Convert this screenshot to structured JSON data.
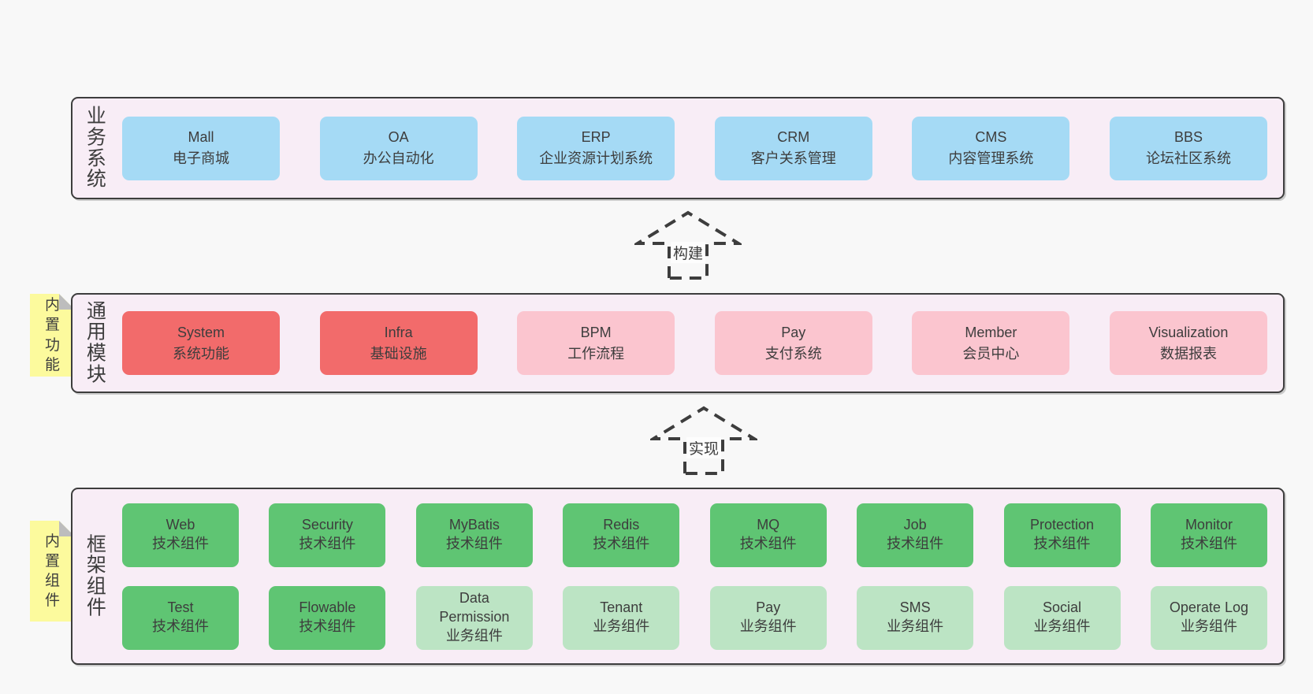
{
  "colors": {
    "page_bg": "#f8f8f8",
    "layer_bg": "#f8edf6",
    "layer_border": "#3d3d3d",
    "text": "#3d3d3d",
    "blue": "#a5daf5",
    "red": "#f26b6b",
    "pink": "#fbc5cf",
    "green": "#5fc573",
    "green_light": "#bce4c4",
    "sticky_yellow": "#fcfa9d",
    "sticky_fold": "#bdbdbd"
  },
  "stickies": [
    {
      "label": "内置功能"
    },
    {
      "label": "内置组件"
    }
  ],
  "arrows": [
    {
      "label": "构建"
    },
    {
      "label": "实现"
    }
  ],
  "layers": [
    {
      "label": "业务系统",
      "rows": [
        [
          {
            "title": "Mall",
            "subtitle": "电子商城",
            "color": "blue"
          },
          {
            "title": "OA",
            "subtitle": "办公自动化",
            "color": "blue"
          },
          {
            "title": "ERP",
            "subtitle": "企业资源计划系统",
            "color": "blue"
          },
          {
            "title": "CRM",
            "subtitle": "客户关系管理",
            "color": "blue"
          },
          {
            "title": "CMS",
            "subtitle": "内容管理系统",
            "color": "blue"
          },
          {
            "title": "BBS",
            "subtitle": "论坛社区系统",
            "color": "blue"
          }
        ]
      ]
    },
    {
      "label": "通用模块",
      "rows": [
        [
          {
            "title": "System",
            "subtitle": "系统功能",
            "color": "red"
          },
          {
            "title": "Infra",
            "subtitle": "基础设施",
            "color": "red"
          },
          {
            "title": "BPM",
            "subtitle": "工作流程",
            "color": "pink"
          },
          {
            "title": "Pay",
            "subtitle": "支付系统",
            "color": "pink"
          },
          {
            "title": "Member",
            "subtitle": "会员中心",
            "color": "pink"
          },
          {
            "title": "Visualization",
            "subtitle": "数据报表",
            "color": "pink"
          }
        ]
      ]
    },
    {
      "label": "框架组件",
      "rows": [
        [
          {
            "title": "Web",
            "subtitle": "技术组件",
            "color": "green"
          },
          {
            "title": "Security",
            "subtitle": "技术组件",
            "color": "green"
          },
          {
            "title": "MyBatis",
            "subtitle": "技术组件",
            "color": "green"
          },
          {
            "title": "Redis",
            "subtitle": "技术组件",
            "color": "green"
          },
          {
            "title": "MQ",
            "subtitle": "技术组件",
            "color": "green"
          },
          {
            "title": "Job",
            "subtitle": "技术组件",
            "color": "green"
          },
          {
            "title": "Protection",
            "subtitle": "技术组件",
            "color": "green"
          },
          {
            "title": "Monitor",
            "subtitle": "技术组件",
            "color": "green"
          }
        ],
        [
          {
            "title": "Test",
            "subtitle": "技术组件",
            "color": "green"
          },
          {
            "title": "Flowable",
            "subtitle": "技术组件",
            "color": "green"
          },
          {
            "title": "Data Permission",
            "subtitle": "业务组件",
            "color": "green_light"
          },
          {
            "title": "Tenant",
            "subtitle": "业务组件",
            "color": "green_light"
          },
          {
            "title": "Pay",
            "subtitle": "业务组件",
            "color": "green_light"
          },
          {
            "title": "SMS",
            "subtitle": "业务组件",
            "color": "green_light"
          },
          {
            "title": "Social",
            "subtitle": "业务组件",
            "color": "green_light"
          },
          {
            "title": "Operate Log",
            "subtitle": "业务组件",
            "color": "green_light"
          }
        ]
      ]
    }
  ]
}
